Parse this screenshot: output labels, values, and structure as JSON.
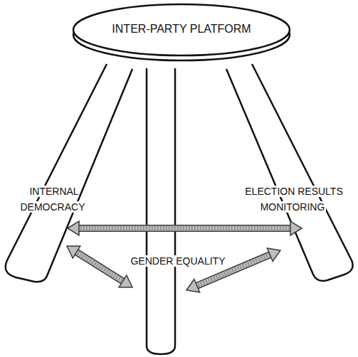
{
  "diagram": {
    "nodes": [
      {
        "text": [
          "INTER-PARTY PLATFORM"
        ]
      },
      {
        "text": [
          "INTERNAL DEMOCRACY"
        ]
      },
      {
        "text": [
          "ELECTION RESULTS MONITORING"
        ]
      },
      {
        "text": [
          "GENDER EQUALITY"
        ]
      }
    ],
    "edges": [
      {
        "from": 1,
        "to": 2,
        "arrow": "both"
      },
      {
        "from": 1,
        "to": 3,
        "arrow": "both"
      },
      {
        "from": 3,
        "to": 2,
        "arrow": "both"
      }
    ]
  }
}
